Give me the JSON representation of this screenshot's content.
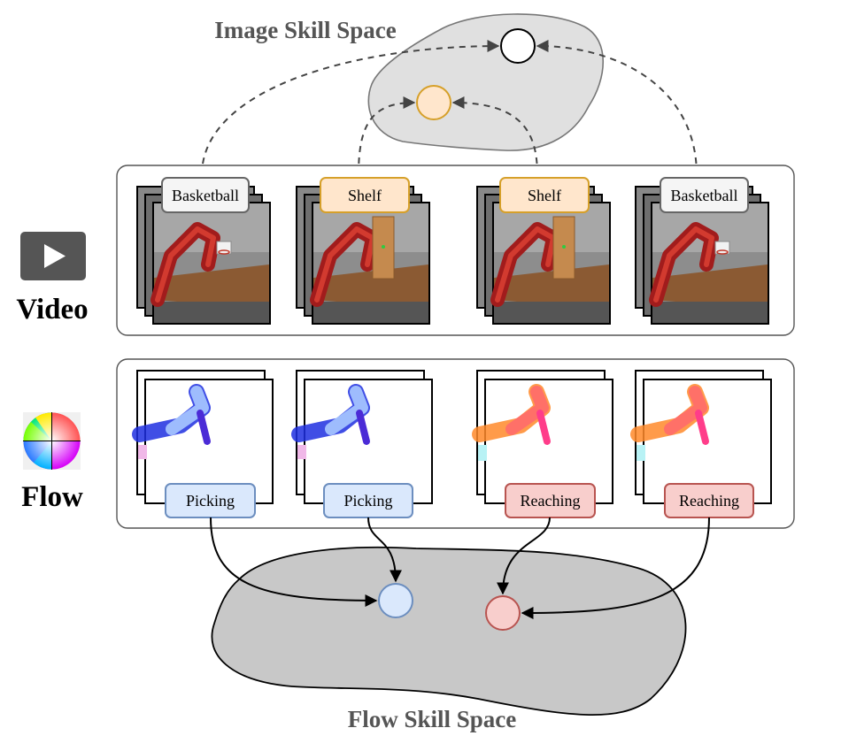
{
  "image_space": {
    "title": "Image Skill Space"
  },
  "flow_space": {
    "title": "Flow Skill Space"
  },
  "video_row": {
    "label": "Video",
    "icon": "play-icon",
    "frames": [
      {
        "tag": "Basketball",
        "scene": "basketball"
      },
      {
        "tag": "Shelf",
        "scene": "shelf"
      },
      {
        "tag": "Shelf",
        "scene": "shelf"
      },
      {
        "tag": "Basketball",
        "scene": "basketball"
      }
    ]
  },
  "flow_row": {
    "label": "Flow",
    "icon": "color-wheel-icon",
    "frames": [
      {
        "tag": "Picking",
        "scheme": "blue"
      },
      {
        "tag": "Picking",
        "scheme": "blue"
      },
      {
        "tag": "Reaching",
        "scheme": "orange"
      },
      {
        "tag": "Reaching",
        "scheme": "orange"
      }
    ]
  },
  "colors": {
    "basketball_tag_fill": "#f5f5f5",
    "basketball_tag_stroke": "#666666",
    "shelf_tag_fill": "#ffe6cc",
    "shelf_tag_stroke": "#d6a02a",
    "picking_tag_fill": "#dae8fc",
    "picking_tag_stroke": "#6c8ebf",
    "reaching_tag_fill": "#f8cecc",
    "reaching_tag_stroke": "#b85450",
    "space_fill": "#c8c8c8",
    "image_space_fill": "#e0e0e0",
    "title_color": "#555555"
  }
}
